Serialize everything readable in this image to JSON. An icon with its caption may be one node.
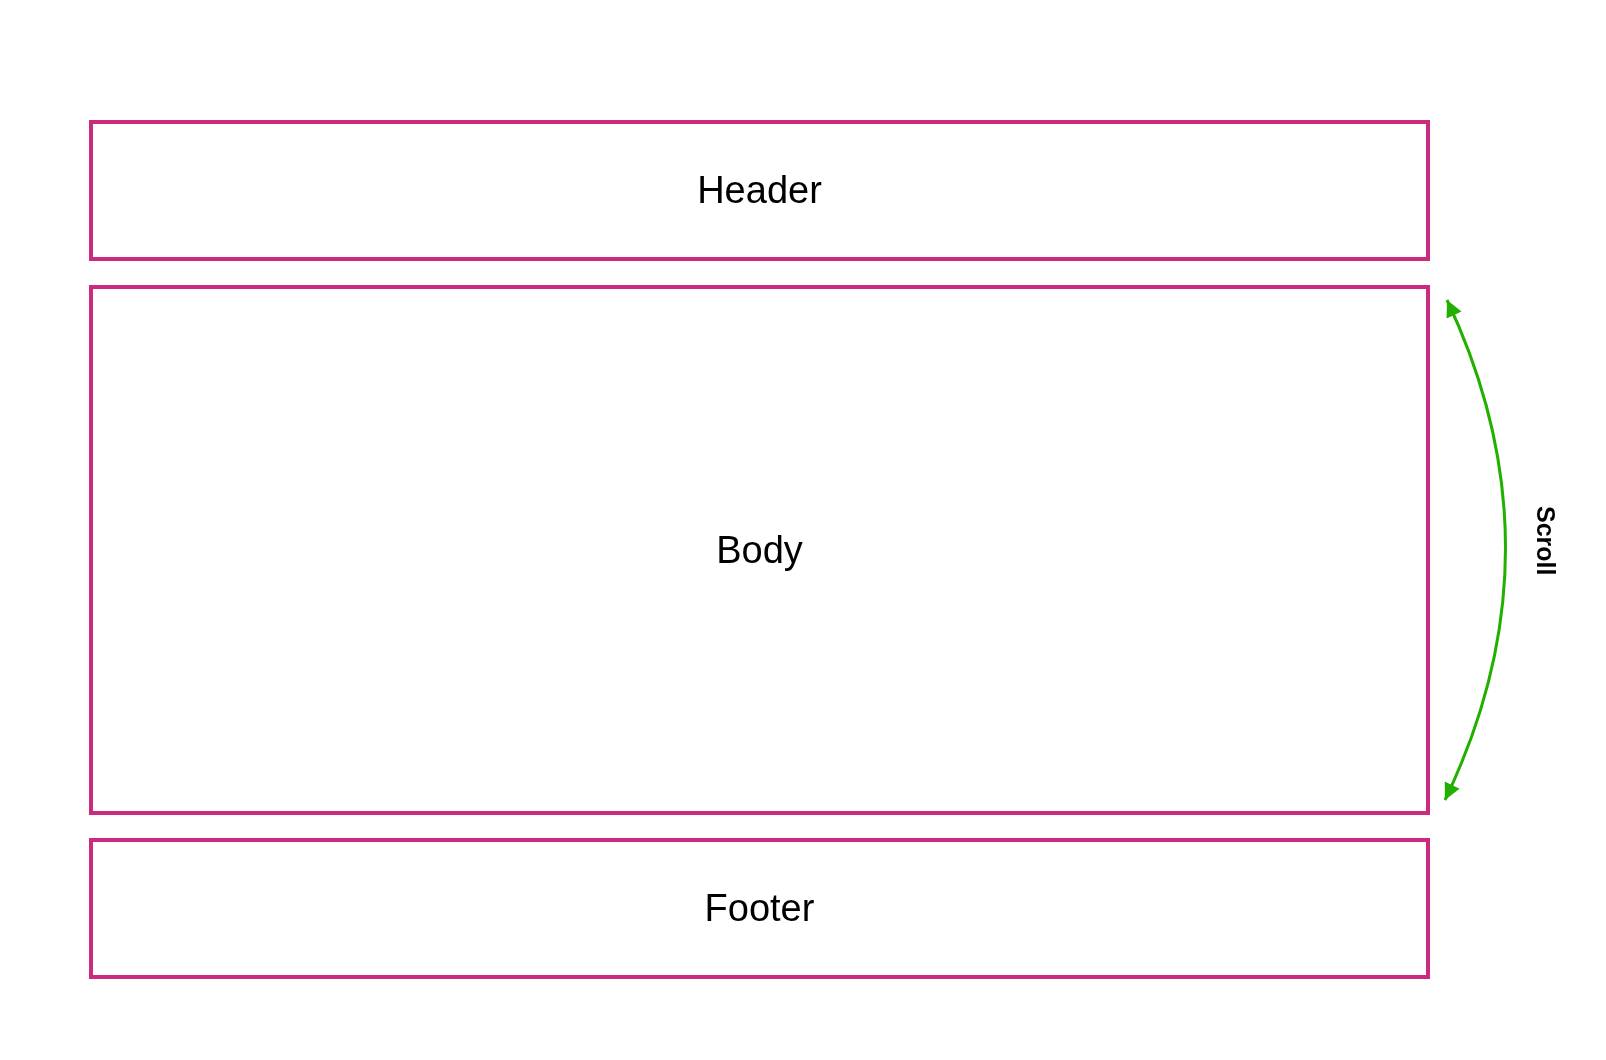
{
  "diagram": {
    "nodes": [
      {
        "text": [
          "Header"
        ]
      },
      {
        "text": [
          "Body"
        ]
      },
      {
        "text": [
          "Footer"
        ]
      }
    ],
    "labels": [
      "Scroll"
    ]
  }
}
